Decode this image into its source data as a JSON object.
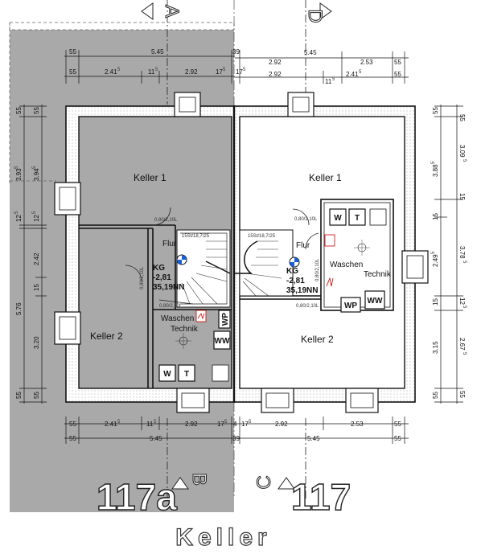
{
  "sections": {
    "a": "A",
    "b": "B",
    "c": "C",
    "d": "D"
  },
  "houses": {
    "left": "117a",
    "right": "117"
  },
  "footer": "Keller",
  "dims": {
    "top_left_1": [
      "55",
      "5.45",
      "39"
    ],
    "top_left_2": [
      "55",
      "2.41",
      "5",
      "11",
      "5",
      "2.92",
      "17",
      "5",
      "17",
      "5"
    ],
    "top_right_1": [
      "2.92",
      "5.45",
      "2.53",
      "55"
    ],
    "top_right_2": [
      "2.92",
      "11",
      "5",
      "2.41",
      "5",
      "55"
    ],
    "left_outer": [
      "55",
      "3.93",
      "5",
      "12",
      "5",
      "5.76",
      "55"
    ],
    "left_inner": [
      "55",
      "3.94",
      "5",
      "12",
      "5",
      "2.42",
      "15",
      "3.20",
      "55"
    ],
    "right_inner": [
      "55",
      "3.88",
      "5",
      "15",
      "2.49",
      "5",
      "15",
      "3.15",
      "55"
    ],
    "right_outer": [
      "55",
      "3.09",
      "5",
      "15",
      "3.78",
      "5",
      "12",
      "5",
      "2.67",
      "5",
      "55"
    ],
    "bottom_left_1": [
      "55",
      "2.41",
      "5",
      "11",
      "5",
      "2.92",
      "17",
      "5",
      "4"
    ],
    "bottom_left_2": [
      "55",
      "5.45",
      "39"
    ],
    "bottom_right_1": [
      "17",
      "5",
      "2.92",
      "2.53",
      "55"
    ],
    "bottom_right_2": [
      "5.45",
      "55"
    ]
  },
  "rooms": {
    "left_keller1": "Keller  1",
    "left_keller2": "Keller  2",
    "left_flur": "Flur",
    "left_waschen": "Waschen",
    "left_technik": "Technik",
    "right_keller1": "Keller  1",
    "right_keller2": "Keller  2",
    "right_flur": "Flur",
    "right_waschen": "Waschen",
    "right_technik": "Technik"
  },
  "levels": {
    "left": [
      "KG",
      "-2,81",
      "35,19NN"
    ],
    "right": [
      "KG",
      "-2,81",
      "35,19NN"
    ]
  },
  "stairs": {
    "left": "15St/18,7/25",
    "right": "15St/18,7/25"
  },
  "doors": {
    "d1": "0,80/2,10L",
    "d2": "0,80/2,10L",
    "d3": "0,80/2,10L",
    "d4": "0,80/2,10L",
    "d5": "0,80/2,10L",
    "d6": "0,80/2,10L"
  },
  "fixtures": {
    "w": "W",
    "t": "T",
    "wp": "WP",
    "ww": "WW"
  }
}
